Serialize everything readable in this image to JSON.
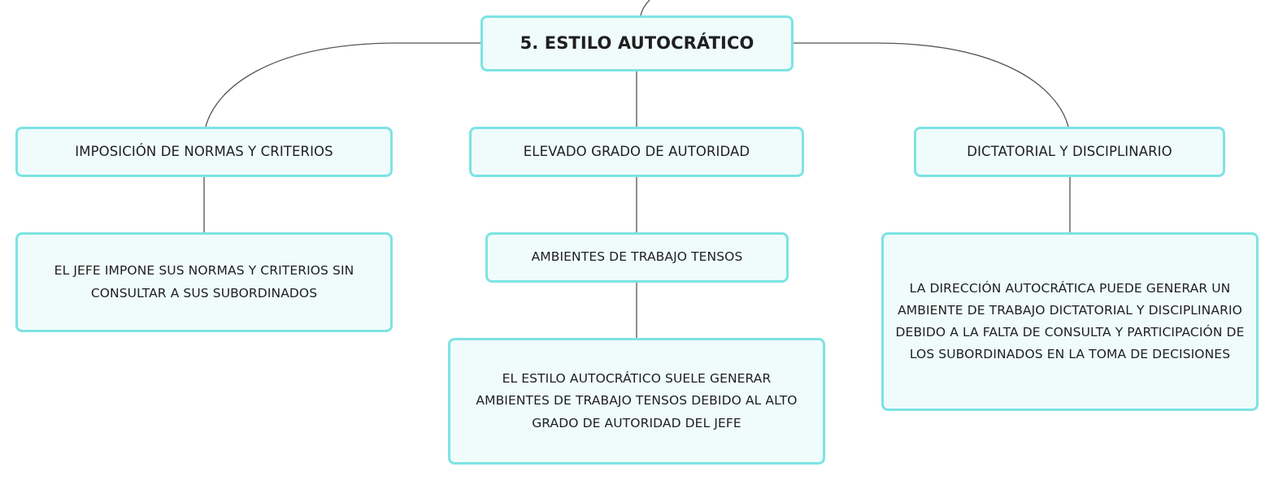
{
  "diagram": {
    "root": "5. ESTILO AUTOCRÁTICO",
    "branches": [
      {
        "title": "IMPOSICIÓN DE NORMAS Y CRITERIOS",
        "children": [
          "EL JEFE IMPONE SUS NORMAS Y CRITERIOS SIN CONSULTAR A SUS SUBORDINADOS"
        ]
      },
      {
        "title": "ELEVADO GRADO DE AUTORIDAD",
        "children": [
          "AMBIENTES DE TRABAJO TENSOS",
          "EL ESTILO AUTOCRÁTICO SUELE GENERAR AMBIENTES DE TRABAJO TENSOS DEBIDO AL ALTO GRADO DE AUTORIDAD DEL JEFE"
        ]
      },
      {
        "title": "DICTATORIAL Y DISCIPLINARIO",
        "children": [
          "LA DIRECCIÓN AUTOCRÁTICA PUEDE GENERAR UN AMBIENTE DE TRABAJO DICTATORIAL Y DISCIPLINARIO DEBIDO A LA FALTA DE CONSULTA Y PARTICIPACIÓN DE LOS SUBORDINADOS EN LA TOMA DE DECISIONES"
        ]
      }
    ]
  },
  "colors": {
    "node_fill": "#effcfb",
    "node_border": "#7de3e3",
    "connector": "#555555",
    "text": "#1f1f1f"
  }
}
